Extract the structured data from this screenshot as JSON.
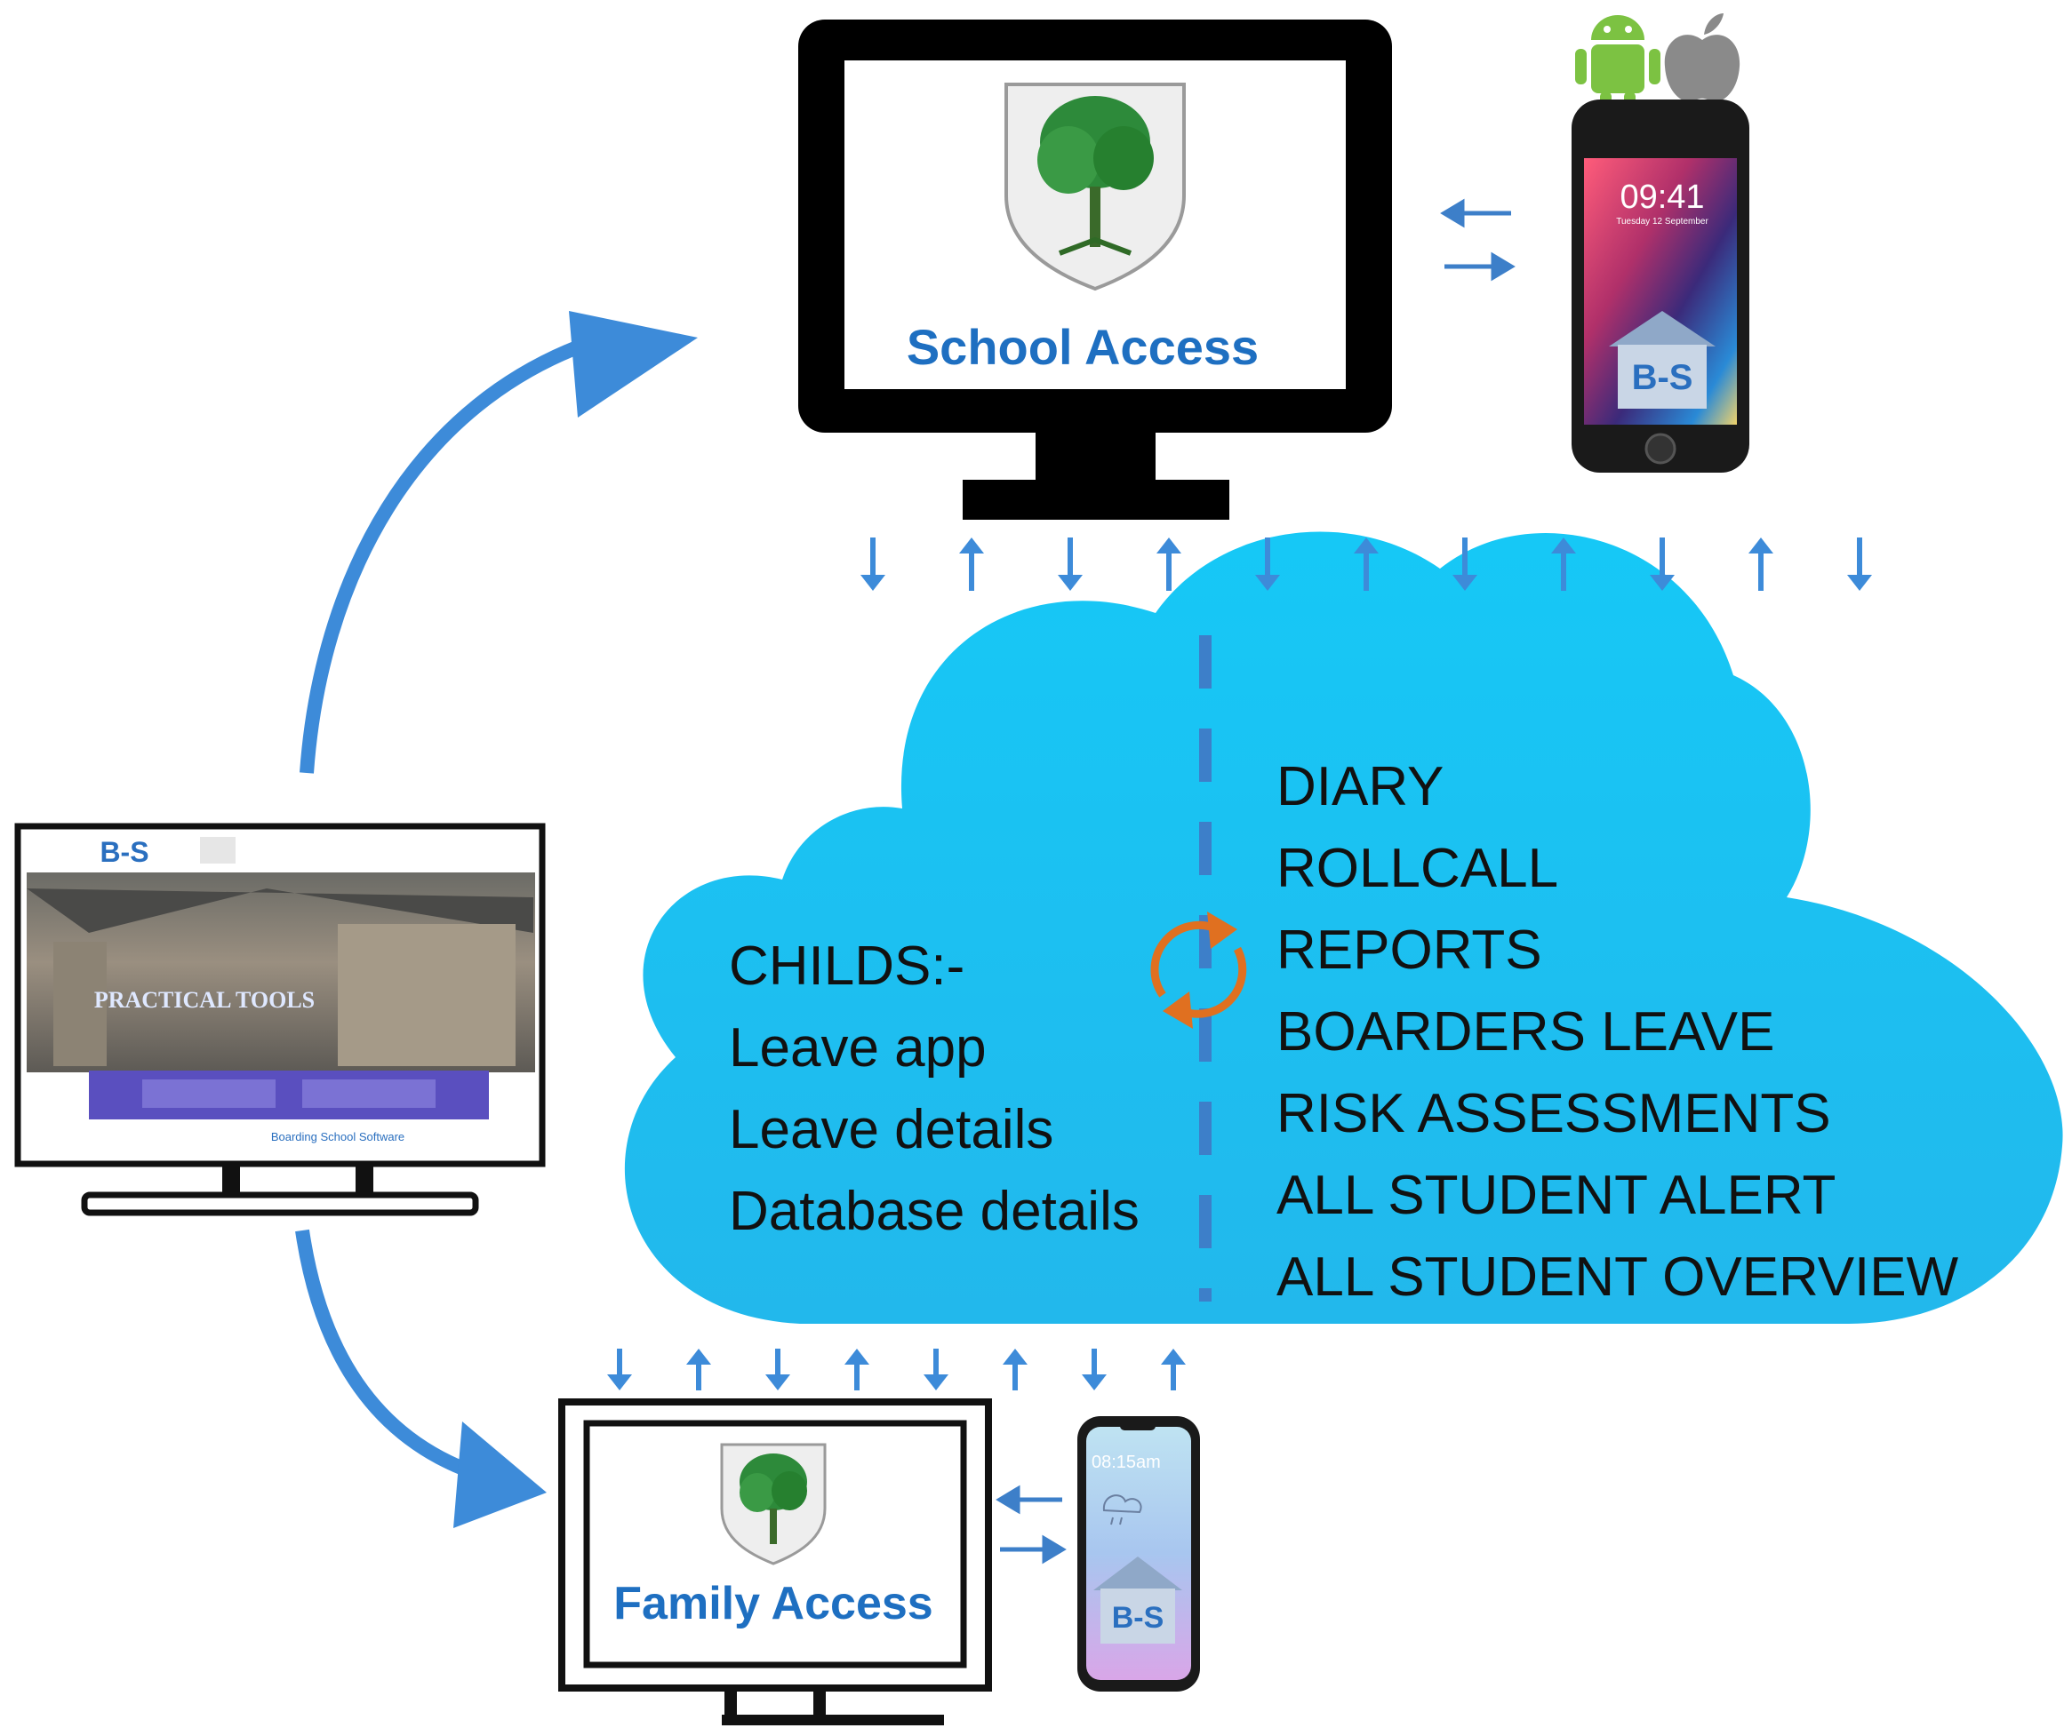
{
  "school": {
    "label": "School Access",
    "phone_time": "09:41",
    "phone_date": "Tuesday 12 September",
    "phone_logo": "B-S"
  },
  "family": {
    "label": "Family Access",
    "phone_time": "08:15am",
    "phone_logo": "B-S"
  },
  "website": {
    "logo": "B-S",
    "banner_text": "PRACTICAL TOOLS",
    "footer_text": "Boarding School Software"
  },
  "cloud": {
    "left_items": [
      "CHILDS:-",
      "Leave app",
      "Leave details",
      "Database details"
    ],
    "right_items": [
      "DIARY",
      "ROLLCALL",
      "REPORTS",
      "BOARDERS LEAVE",
      "RISK ASSESSMENTS",
      "ALL STUDENT ALERT",
      "ALL STUDENT  OVERVIEW"
    ]
  },
  "top_sync_arrows": [
    "down",
    "up",
    "down",
    "up",
    "down",
    "up",
    "down",
    "up",
    "down",
    "up",
    "down"
  ],
  "bottom_sync_arrows": [
    "down",
    "up",
    "down",
    "up",
    "down",
    "up",
    "down",
    "up"
  ],
  "icons": {
    "platform": [
      "android-icon",
      "apple-icon"
    ],
    "sync": "sync-icon",
    "shield": "school-crest-icon"
  },
  "colors": {
    "arrow_blue": "#3d8bd9",
    "cloud_cyan": "#1bc4f3",
    "label_blue": "#1e6fc1",
    "sync_orange": "#e07020",
    "android_green": "#7cc242"
  }
}
